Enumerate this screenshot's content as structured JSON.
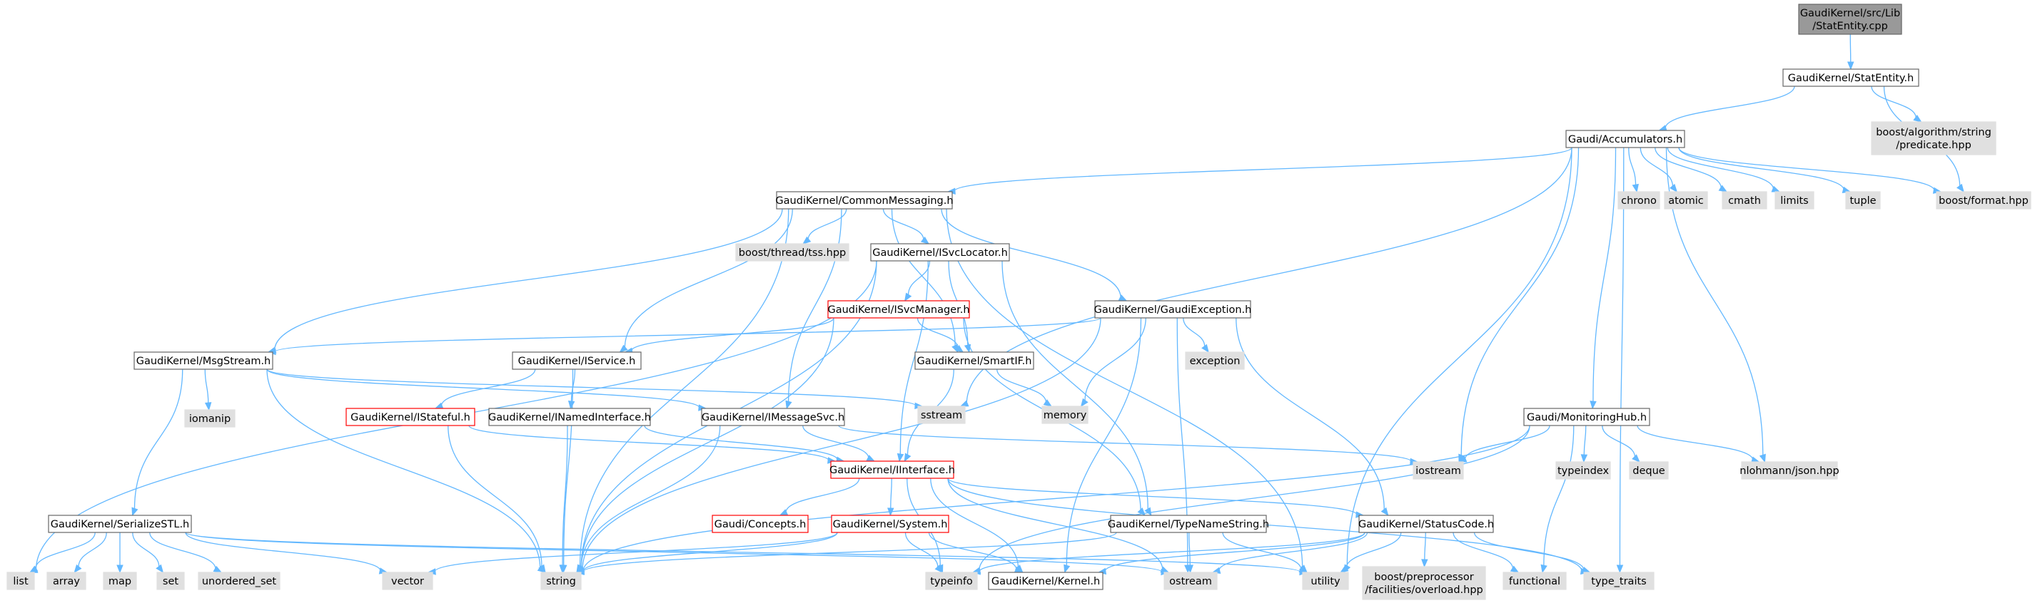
{
  "title": "",
  "colors": {
    "edge": "#63b8ff",
    "root_fill": "#999999",
    "root_border": "#666666",
    "file_fill": "#ffffff",
    "file_border": "#666666",
    "system_fill": "#e0e0e0",
    "system_border": "#e0e0e0",
    "incomplete_border": "#ff0000"
  },
  "nodes": [
    {
      "id": "root",
      "lines": [
        "GaudiKernel/src/Lib",
        "/StatEntity.cpp"
      ],
      "kind": "root"
    },
    {
      "id": "statentity_h",
      "lines": [
        "GaudiKernel/StatEntity.h"
      ],
      "kind": "file"
    },
    {
      "id": "accumulators_h",
      "lines": [
        "Gaudi/Accumulators.h"
      ],
      "kind": "file"
    },
    {
      "id": "boost_predicate",
      "lines": [
        "boost/algorithm/string",
        "/predicate.hpp"
      ],
      "kind": "system"
    },
    {
      "id": "commonmessaging_h",
      "lines": [
        "GaudiKernel/CommonMessaging.h"
      ],
      "kind": "file"
    },
    {
      "id": "chrono",
      "lines": [
        "chrono"
      ],
      "kind": "system"
    },
    {
      "id": "atomic",
      "lines": [
        "atomic"
      ],
      "kind": "system"
    },
    {
      "id": "cmath",
      "lines": [
        "cmath"
      ],
      "kind": "system"
    },
    {
      "id": "limits",
      "lines": [
        "limits"
      ],
      "kind": "system"
    },
    {
      "id": "tuple",
      "lines": [
        "tuple"
      ],
      "kind": "system"
    },
    {
      "id": "boost_format",
      "lines": [
        "boost/format.hpp"
      ],
      "kind": "system"
    },
    {
      "id": "boost_tss",
      "lines": [
        "boost/thread/tss.hpp"
      ],
      "kind": "system"
    },
    {
      "id": "isvclocator_h",
      "lines": [
        "GaudiKernel/ISvcLocator.h"
      ],
      "kind": "file"
    },
    {
      "id": "isvcmanager_h",
      "lines": [
        "GaudiKernel/ISvcManager.h"
      ],
      "kind": "incomplete"
    },
    {
      "id": "gaudiexception_h",
      "lines": [
        "GaudiKernel/GaudiException.h"
      ],
      "kind": "file"
    },
    {
      "id": "msgstream_h",
      "lines": [
        "GaudiKernel/MsgStream.h"
      ],
      "kind": "file"
    },
    {
      "id": "iservice_h",
      "lines": [
        "GaudiKernel/IService.h"
      ],
      "kind": "file"
    },
    {
      "id": "smartif_h",
      "lines": [
        "GaudiKernel/SmartIF.h"
      ],
      "kind": "file"
    },
    {
      "id": "exception",
      "lines": [
        "exception"
      ],
      "kind": "system"
    },
    {
      "id": "iomanip",
      "lines": [
        "iomanip"
      ],
      "kind": "system"
    },
    {
      "id": "istateful_h",
      "lines": [
        "GaudiKernel/IStateful.h"
      ],
      "kind": "incomplete"
    },
    {
      "id": "inamedinterface_h",
      "lines": [
        "GaudiKernel/INamedInterface.h"
      ],
      "kind": "file"
    },
    {
      "id": "imessagesvc_h",
      "lines": [
        "GaudiKernel/IMessageSvc.h"
      ],
      "kind": "file"
    },
    {
      "id": "sstream",
      "lines": [
        "sstream"
      ],
      "kind": "system"
    },
    {
      "id": "memory",
      "lines": [
        "memory"
      ],
      "kind": "system"
    },
    {
      "id": "monitoringhub_h",
      "lines": [
        "Gaudi/MonitoringHub.h"
      ],
      "kind": "file"
    },
    {
      "id": "iinterface_h",
      "lines": [
        "GaudiKernel/IInterface.h"
      ],
      "kind": "incomplete"
    },
    {
      "id": "iostream",
      "lines": [
        "iostream"
      ],
      "kind": "system"
    },
    {
      "id": "typeindex",
      "lines": [
        "typeindex"
      ],
      "kind": "system"
    },
    {
      "id": "deque",
      "lines": [
        "deque"
      ],
      "kind": "system"
    },
    {
      "id": "nlohmann_json",
      "lines": [
        "nlohmann/json.hpp"
      ],
      "kind": "system"
    },
    {
      "id": "serializestl_h",
      "lines": [
        "GaudiKernel/SerializeSTL.h"
      ],
      "kind": "file"
    },
    {
      "id": "concepts_h",
      "lines": [
        "Gaudi/Concepts.h"
      ],
      "kind": "incomplete"
    },
    {
      "id": "system_h",
      "lines": [
        "GaudiKernel/System.h"
      ],
      "kind": "incomplete"
    },
    {
      "id": "typenamestring_h",
      "lines": [
        "GaudiKernel/TypeNameString.h"
      ],
      "kind": "file"
    },
    {
      "id": "statuscode_h",
      "lines": [
        "GaudiKernel/StatusCode.h"
      ],
      "kind": "file"
    },
    {
      "id": "list",
      "lines": [
        "list"
      ],
      "kind": "system"
    },
    {
      "id": "array",
      "lines": [
        "array"
      ],
      "kind": "system"
    },
    {
      "id": "map",
      "lines": [
        "map"
      ],
      "kind": "system"
    },
    {
      "id": "set",
      "lines": [
        "set"
      ],
      "kind": "system"
    },
    {
      "id": "unordered_set",
      "lines": [
        "unordered_set"
      ],
      "kind": "system"
    },
    {
      "id": "vector",
      "lines": [
        "vector"
      ],
      "kind": "system"
    },
    {
      "id": "string",
      "lines": [
        "string"
      ],
      "kind": "system"
    },
    {
      "id": "typeinfo",
      "lines": [
        "typeinfo"
      ],
      "kind": "system"
    },
    {
      "id": "kernel_h",
      "lines": [
        "GaudiKernel/Kernel.h"
      ],
      "kind": "file"
    },
    {
      "id": "ostream",
      "lines": [
        "ostream"
      ],
      "kind": "system"
    },
    {
      "id": "utility",
      "lines": [
        "utility"
      ],
      "kind": "system"
    },
    {
      "id": "boost_overload",
      "lines": [
        "boost/preprocessor",
        "/facilities/overload.hpp"
      ],
      "kind": "system"
    },
    {
      "id": "functional",
      "lines": [
        "functional"
      ],
      "kind": "system"
    },
    {
      "id": "type_traits",
      "lines": [
        "type_traits"
      ],
      "kind": "system"
    }
  ],
  "edges": [
    [
      "root",
      "statentity_h"
    ],
    [
      "statentity_h",
      "accumulators_h"
    ],
    [
      "statentity_h",
      "boost_predicate"
    ],
    [
      "statentity_h",
      "boost_format"
    ],
    [
      "accumulators_h",
      "commonmessaging_h"
    ],
    [
      "accumulators_h",
      "chrono"
    ],
    [
      "accumulators_h",
      "atomic"
    ],
    [
      "accumulators_h",
      "cmath"
    ],
    [
      "accumulators_h",
      "limits"
    ],
    [
      "accumulators_h",
      "tuple"
    ],
    [
      "accumulators_h",
      "boost_format"
    ],
    [
      "accumulators_h",
      "monitoringhub_h"
    ],
    [
      "accumulators_h",
      "iostream"
    ],
    [
      "accumulators_h",
      "nlohmann_json"
    ],
    [
      "accumulators_h",
      "sstream"
    ],
    [
      "accumulators_h",
      "utility"
    ],
    [
      "accumulators_h",
      "type_traits"
    ],
    [
      "commonmessaging_h",
      "boost_tss"
    ],
    [
      "commonmessaging_h",
      "isvclocator_h"
    ],
    [
      "commonmessaging_h",
      "gaudiexception_h"
    ],
    [
      "commonmessaging_h",
      "msgstream_h"
    ],
    [
      "commonmessaging_h",
      "iservice_h"
    ],
    [
      "commonmessaging_h",
      "smartif_h"
    ],
    [
      "commonmessaging_h",
      "imessagesvc_h"
    ],
    [
      "commonmessaging_h",
      "string"
    ],
    [
      "commonmessaging_h",
      "utility"
    ],
    [
      "isvclocator_h",
      "isvcmanager_h"
    ],
    [
      "isvclocator_h",
      "smartif_h"
    ],
    [
      "isvclocator_h",
      "iinterface_h"
    ],
    [
      "isvclocator_h",
      "typenamestring_h"
    ],
    [
      "isvclocator_h",
      "list"
    ],
    [
      "isvclocator_h",
      "string"
    ],
    [
      "isvcmanager_h",
      "iservice_h"
    ],
    [
      "isvcmanager_h",
      "smartif_h"
    ],
    [
      "isvcmanager_h",
      "typenamestring_h"
    ],
    [
      "isvcmanager_h",
      "string"
    ],
    [
      "gaudiexception_h",
      "exception"
    ],
    [
      "gaudiexception_h",
      "memory"
    ],
    [
      "gaudiexception_h",
      "msgstream_h"
    ],
    [
      "gaudiexception_h",
      "statuscode_h"
    ],
    [
      "gaudiexception_h",
      "kernel_h"
    ],
    [
      "gaudiexception_h",
      "string"
    ],
    [
      "gaudiexception_h",
      "ostream"
    ],
    [
      "msgstream_h",
      "iomanip"
    ],
    [
      "msgstream_h",
      "imessagesvc_h"
    ],
    [
      "msgstream_h",
      "serializestl_h"
    ],
    [
      "msgstream_h",
      "sstream"
    ],
    [
      "msgstream_h",
      "string"
    ],
    [
      "iservice_h",
      "istateful_h"
    ],
    [
      "iservice_h",
      "inamedinterface_h"
    ],
    [
      "iservice_h",
      "string"
    ],
    [
      "smartif_h",
      "memory"
    ],
    [
      "smartif_h",
      "iinterface_h"
    ],
    [
      "istateful_h",
      "iinterface_h"
    ],
    [
      "istateful_h",
      "string"
    ],
    [
      "inamedinterface_h",
      "iinterface_h"
    ],
    [
      "inamedinterface_h",
      "string"
    ],
    [
      "imessagesvc_h",
      "iinterface_h"
    ],
    [
      "imessagesvc_h",
      "iostream"
    ],
    [
      "imessagesvc_h",
      "string"
    ],
    [
      "iinterface_h",
      "concepts_h"
    ],
    [
      "iinterface_h",
      "system_h"
    ],
    [
      "iinterface_h",
      "statuscode_h"
    ],
    [
      "iinterface_h",
      "kernel_h"
    ],
    [
      "iinterface_h",
      "typeinfo"
    ],
    [
      "iinterface_h",
      "ostream"
    ],
    [
      "iinterface_h",
      "type_traits"
    ],
    [
      "system_h",
      "kernel_h"
    ],
    [
      "system_h",
      "typeinfo"
    ],
    [
      "system_h",
      "string"
    ],
    [
      "system_h",
      "vector"
    ],
    [
      "monitoringhub_h",
      "iostream"
    ],
    [
      "monitoringhub_h",
      "typeindex"
    ],
    [
      "monitoringhub_h",
      "deque"
    ],
    [
      "monitoringhub_h",
      "nlohmann_json"
    ],
    [
      "monitoringhub_h",
      "functional"
    ],
    [
      "monitoringhub_h",
      "string"
    ],
    [
      "monitoringhub_h",
      "typeinfo"
    ],
    [
      "serializestl_h",
      "list"
    ],
    [
      "serializestl_h",
      "array"
    ],
    [
      "serializestl_h",
      "map"
    ],
    [
      "serializestl_h",
      "set"
    ],
    [
      "serializestl_h",
      "unordered_set"
    ],
    [
      "serializestl_h",
      "vector"
    ],
    [
      "serializestl_h",
      "ostream"
    ],
    [
      "serializestl_h",
      "utility"
    ],
    [
      "typenamestring_h",
      "string"
    ],
    [
      "typenamestring_h",
      "ostream"
    ],
    [
      "typenamestring_h",
      "utility"
    ],
    [
      "statuscode_h",
      "boost_overload"
    ],
    [
      "statuscode_h",
      "functional"
    ],
    [
      "statuscode_h",
      "utility"
    ],
    [
      "statuscode_h",
      "kernel_h"
    ],
    [
      "statuscode_h",
      "ostream"
    ],
    [
      "statuscode_h",
      "type_traits"
    ],
    [
      "statuscode_h",
      "typeinfo"
    ]
  ]
}
